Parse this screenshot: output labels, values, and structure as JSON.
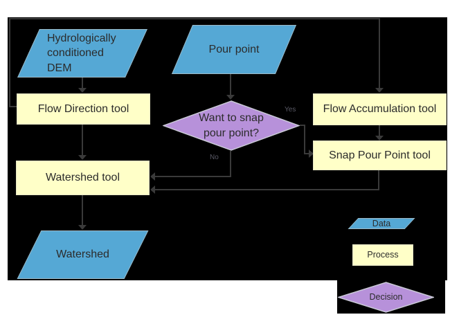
{
  "colors": {
    "page_bg": "#ffffff",
    "canvas_bg": "#000000",
    "data_blue": "#55a8d5",
    "process_yellow": "#ffffc8",
    "decision_purple": "#b791da",
    "connector_gray": "#3a3a3a",
    "label_text": "#2b2b2b"
  },
  "nodes": {
    "dem": {
      "label": "Hydrologically\nconditioned\nDEM",
      "type": "data"
    },
    "pour_point": {
      "label": "Pour point",
      "type": "data"
    },
    "flow_direction": {
      "label": "Flow Direction tool",
      "type": "process"
    },
    "flow_accumulation": {
      "label": "Flow Accumulation tool",
      "type": "process"
    },
    "snap_pour_point": {
      "label": "Snap Pour Point tool",
      "type": "process"
    },
    "want_to_snap": {
      "label": "Want to snap\npour point?",
      "type": "decision"
    },
    "watershed_tool": {
      "label": "Watershed tool",
      "type": "process"
    },
    "watershed": {
      "label": "Watershed",
      "type": "data"
    }
  },
  "edge_labels": {
    "yes": "Yes",
    "no": "No"
  },
  "legend": {
    "data_label": "Data",
    "process_label": "Process",
    "decision_label": "Decision"
  }
}
